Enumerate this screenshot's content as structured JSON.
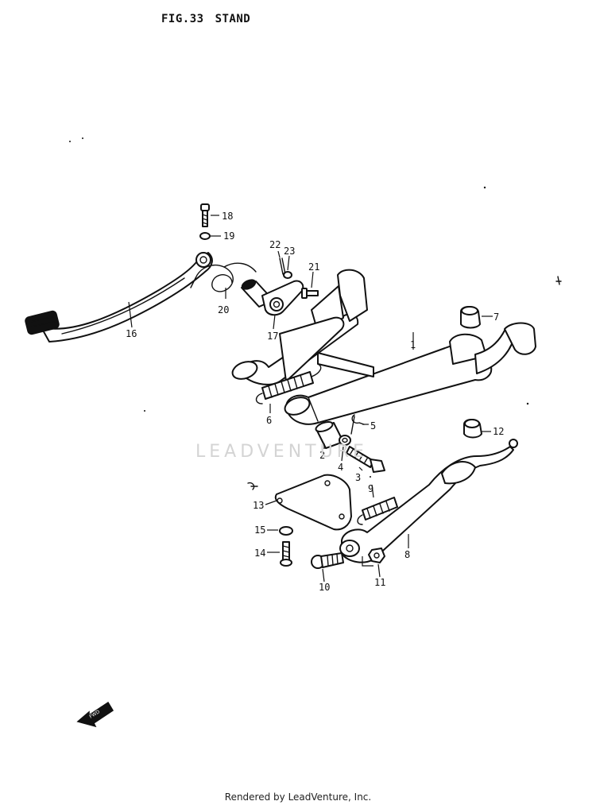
{
  "figure": {
    "number": "FIG.33",
    "name": "STAND"
  },
  "watermark": "LEADVENTURE",
  "footer": "Rendered by LeadVenture, Inc.",
  "parts": [
    {
      "ref": "1"
    },
    {
      "ref": "2"
    },
    {
      "ref": "3"
    },
    {
      "ref": "4"
    },
    {
      "ref": "5"
    },
    {
      "ref": "6"
    },
    {
      "ref": "7"
    },
    {
      "ref": "8"
    },
    {
      "ref": "9"
    },
    {
      "ref": "10"
    },
    {
      "ref": "11"
    },
    {
      "ref": "12"
    },
    {
      "ref": "13"
    },
    {
      "ref": "14"
    },
    {
      "ref": "15"
    },
    {
      "ref": "16"
    },
    {
      "ref": "17"
    },
    {
      "ref": "18"
    },
    {
      "ref": "19"
    },
    {
      "ref": "20"
    },
    {
      "ref": "21"
    },
    {
      "ref": "22"
    },
    {
      "ref": "23"
    }
  ],
  "front_arrow_label": "FWD"
}
